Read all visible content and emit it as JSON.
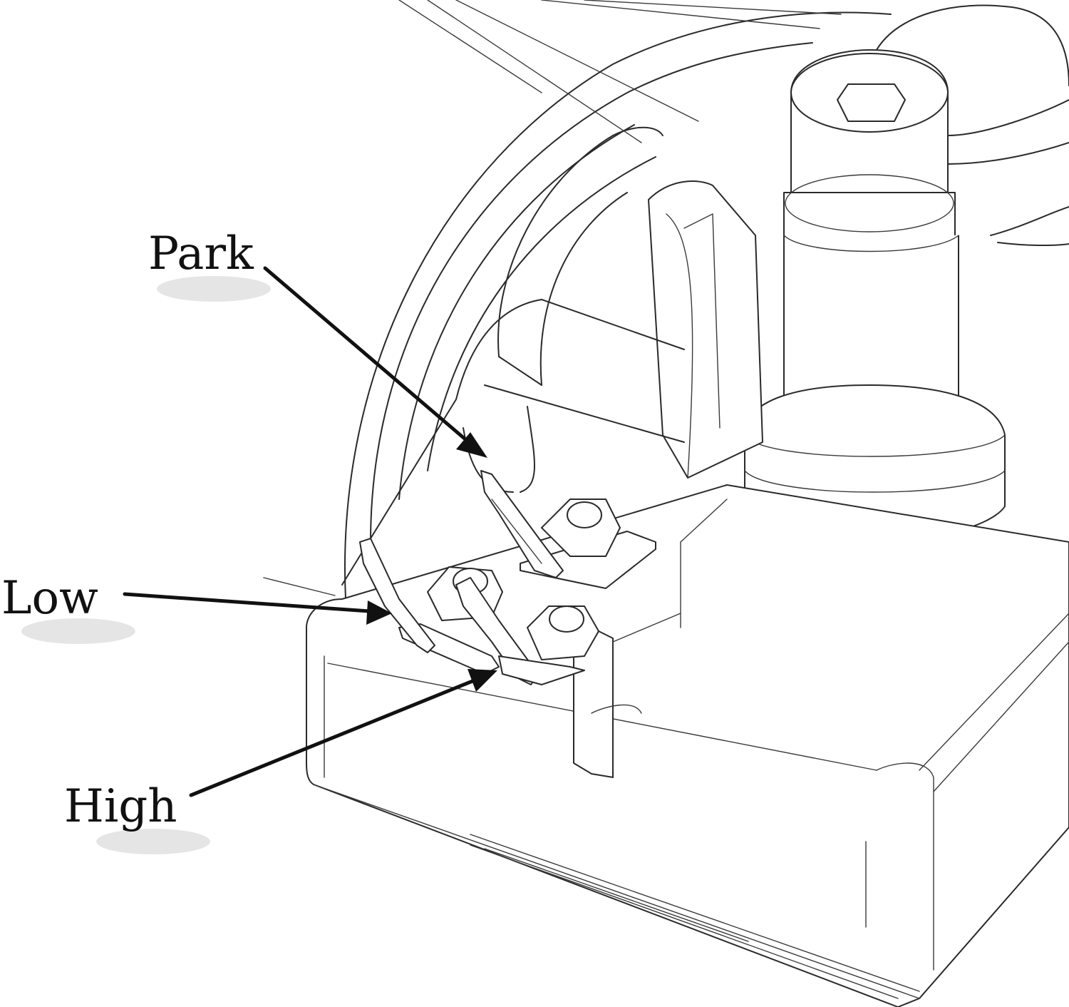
{
  "diagram": {
    "callouts": [
      {
        "id": "park",
        "label": "Park"
      },
      {
        "id": "low",
        "label": "Low"
      },
      {
        "id": "high",
        "label": "High"
      }
    ],
    "colors": {
      "line": "#2a2a2a",
      "arrow": "#111111",
      "background": "#ffffff"
    }
  }
}
